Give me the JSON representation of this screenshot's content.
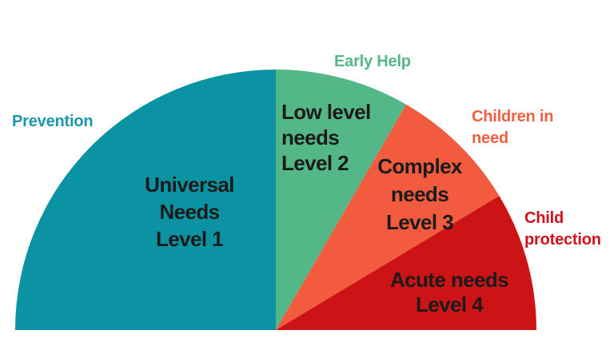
{
  "page": {
    "background_color": "#ffffff"
  },
  "chart_data": {
    "type": "pie",
    "variant": "semicircle",
    "title": "",
    "legend_position": "around",
    "grid": false,
    "angle_unit": "degrees",
    "total_angle": 180,
    "segments": [
      {
        "id": "universal",
        "label": "Universal Needs Level 1",
        "label_lines": [
          "Universal",
          "Needs",
          "Level 1"
        ],
        "level": "Level 1",
        "outer_label": "Prevention",
        "outer_label_lines": [
          "Prevention"
        ],
        "start_angle": 90,
        "end_angle": 180,
        "fraction_pct": 50.0,
        "color": "#0b93a3",
        "text_color": "#1b1b1b",
        "outer_label_color": "#1d96ad"
      },
      {
        "id": "low_level",
        "label": "Low level needs Level 2",
        "label_lines": [
          "Low level",
          "needs",
          "Level 2"
        ],
        "level": "Level 2",
        "outer_label": "Early Help",
        "outer_label_lines": [
          "Early Help"
        ],
        "start_angle": 60,
        "end_angle": 90,
        "fraction_pct": 16.7,
        "color": "#54b787",
        "text_color": "#1b1b1b",
        "outer_label_color": "#53b789"
      },
      {
        "id": "complex",
        "label": "Complex needs Level 3",
        "label_lines": [
          "Complex",
          "needs",
          "Level 3"
        ],
        "level": "Level 3",
        "outer_label": "Children in need",
        "outer_label_lines": [
          "Children in",
          "need"
        ],
        "start_angle": 31,
        "end_angle": 60,
        "fraction_pct": 16.1,
        "color": "#f25b3d",
        "text_color": "#1b1b1b",
        "outer_label_color": "#f0603f"
      },
      {
        "id": "acute",
        "label": "Acute needs Level 4",
        "label_lines": [
          "Acute needs",
          "Level 4"
        ],
        "level": "Level 4",
        "outer_label": "Child protection",
        "outer_label_lines": [
          "Child",
          "protection"
        ],
        "start_angle": 0,
        "end_angle": 31,
        "fraction_pct": 17.2,
        "color": "#cd1316",
        "text_color": "#1b1b1b",
        "outer_label_color": "#d01119"
      }
    ]
  }
}
